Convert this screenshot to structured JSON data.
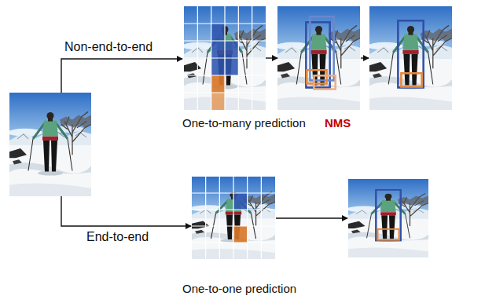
{
  "diagram": {
    "nodes": [
      {
        "text": [
          "One-to-many prediction"
        ]
      },
      {
        "text": [
          "NMS"
        ]
      },
      {
        "text": [
          "One-to-one prediction"
        ]
      }
    ],
    "edges": [
      {
        "from": 0,
        "to": 1,
        "arrow": "to"
      }
    ],
    "labels": [
      "Non-end-to-end",
      "End-to-end"
    ]
  }
}
